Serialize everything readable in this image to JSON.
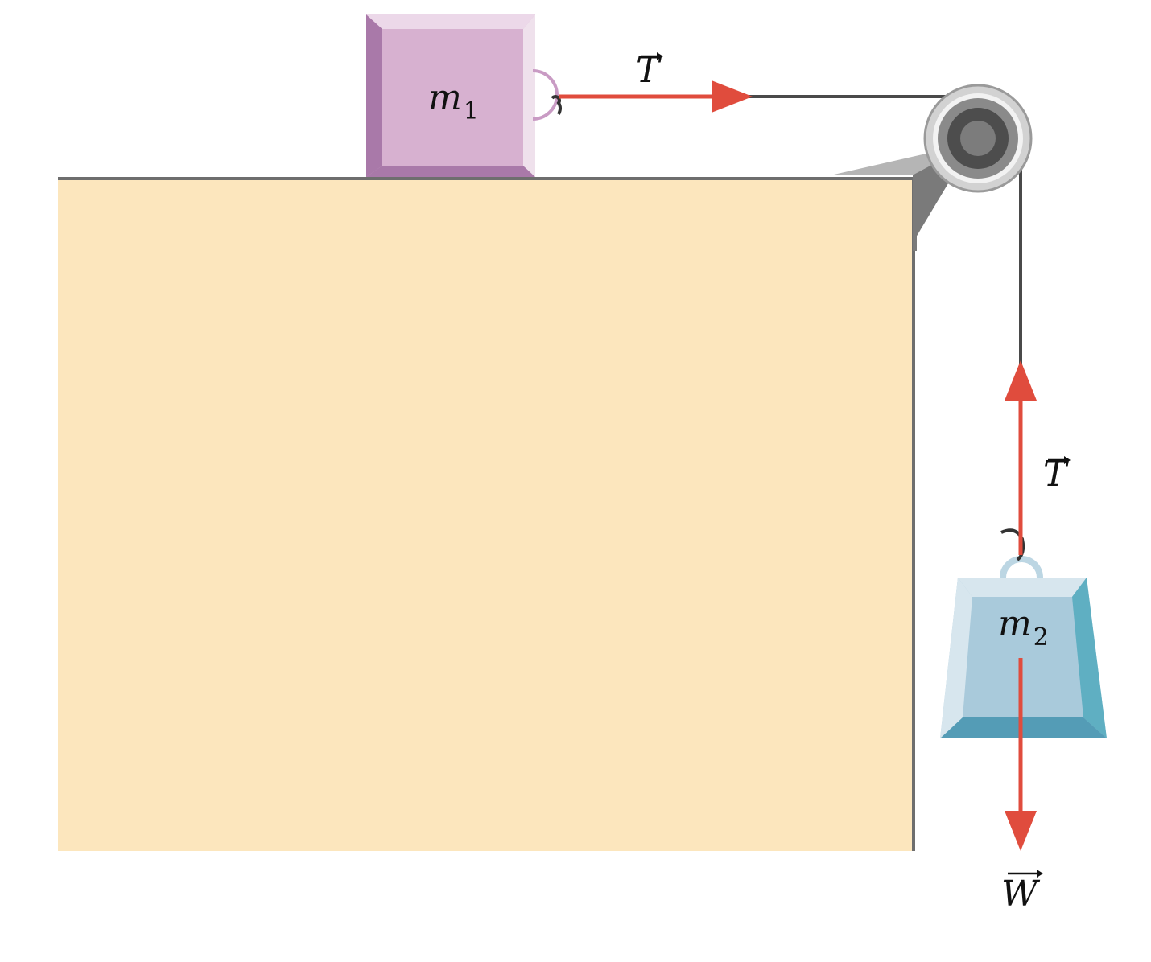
{
  "labels": {
    "block1": {
      "base": "m",
      "sub": "1"
    },
    "block2": {
      "base": "m",
      "sub": "2"
    },
    "tension_horizontal": "T",
    "tension_vertical": "T",
    "weight": "W"
  },
  "colors": {
    "table": "#fce6bd",
    "table_edge": "#6e6e6e",
    "block1_face": "#d7b1d0",
    "block1_dark": "#a979a9",
    "block1_light": "#ecd8e9",
    "block2_face": "#a9cadb",
    "block2_dark": "#549cb6",
    "block2_light": "#d7e6ee",
    "force_arrow": "#e04c3d",
    "rope": "#4a4a4a",
    "pulley_outer": "#c9c9c9",
    "pulley_inner": "#555555"
  }
}
